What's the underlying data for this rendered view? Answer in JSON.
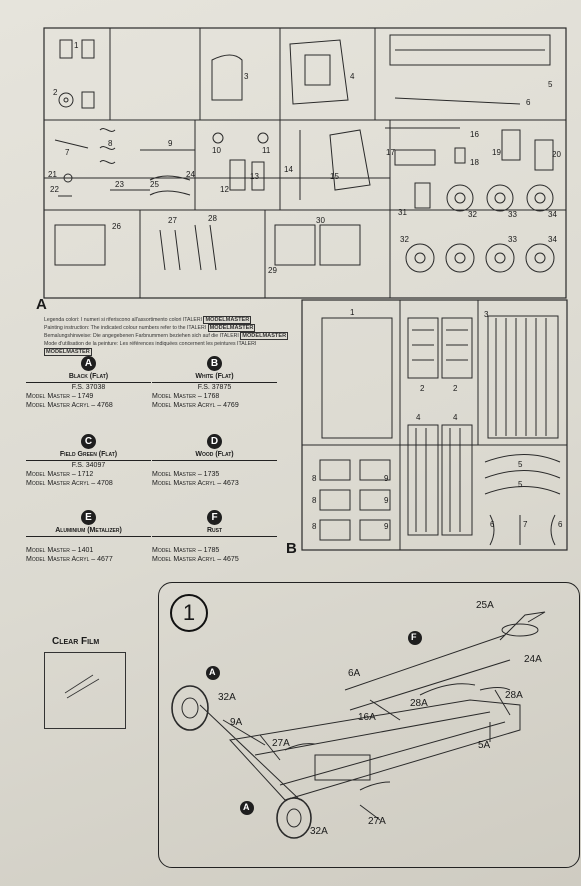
{
  "sprue_upper": {
    "part_numbers": [
      "1",
      "2",
      "3",
      "4",
      "5",
      "6",
      "7",
      "8",
      "9",
      "10",
      "11",
      "12",
      "13",
      "14",
      "15",
      "16",
      "17",
      "18",
      "19",
      "20",
      "21",
      "22",
      "23",
      "24",
      "25",
      "26",
      "27",
      "28",
      "29",
      "30",
      "31",
      "32",
      "33",
      "34",
      "32",
      "33",
      "34"
    ]
  },
  "section_a": {
    "letter": "A",
    "legend_lines": [
      "Legenda colori: I numeri si riferiscono all'assortimento colori ITALERI",
      "Painting instruction: The indicated colour numbers refer to the ITALERI",
      "Bemalungshinweise: Die angegebenen Farbnummern beziehen sich auf die ITALERI",
      "Mode d'utilisation de la peinture: Les références indiquées concernent les peintures ITALERI"
    ],
    "brand": "MODELMASTER",
    "paints": [
      {
        "code": "A",
        "name": "Black (Flat)",
        "fs": "F.S. 37038",
        "lines": [
          "Model Master – 1749",
          "Model Master Acryl – 4768"
        ]
      },
      {
        "code": "B",
        "name": "White (Flat)",
        "fs": "F.S. 37875",
        "lines": [
          "Model Master – 1768",
          "Model Master Acryl – 4769"
        ]
      },
      {
        "code": "C",
        "name": "Field Green (Flat)",
        "fs": "F.S. 34097",
        "lines": [
          "Model Master – 1712",
          "Model Master Acryl – 4708"
        ]
      },
      {
        "code": "D",
        "name": "Wood (Flat)",
        "fs": "",
        "lines": [
          "Model Master – 1735",
          "Model Master Acryl – 4673"
        ]
      },
      {
        "code": "E",
        "name": "Aluminium (Metalizer)",
        "fs": "",
        "lines": [
          "Model Master – 1401",
          "Model Master Acryl – 4677"
        ]
      },
      {
        "code": "F",
        "name": "Rust",
        "fs": "",
        "lines": [
          "Model Master – 1785",
          "Model Master Acryl – 4675"
        ]
      }
    ]
  },
  "sprue_b": {
    "letter": "B",
    "part_numbers": [
      "1",
      "2",
      "2",
      "3",
      "4",
      "4",
      "5",
      "5",
      "6",
      "7",
      "6",
      "8",
      "9",
      "8",
      "9",
      "8",
      "9"
    ]
  },
  "clear_film": {
    "title": "Clear Film"
  },
  "step1": {
    "number": "1",
    "labels": [
      "25A",
      "24A",
      "6A",
      "16A",
      "28A",
      "28A",
      "32A",
      "9A",
      "27A",
      "5A",
      "27A",
      "32A"
    ],
    "paint_refs": [
      "F",
      "A",
      "A"
    ]
  }
}
